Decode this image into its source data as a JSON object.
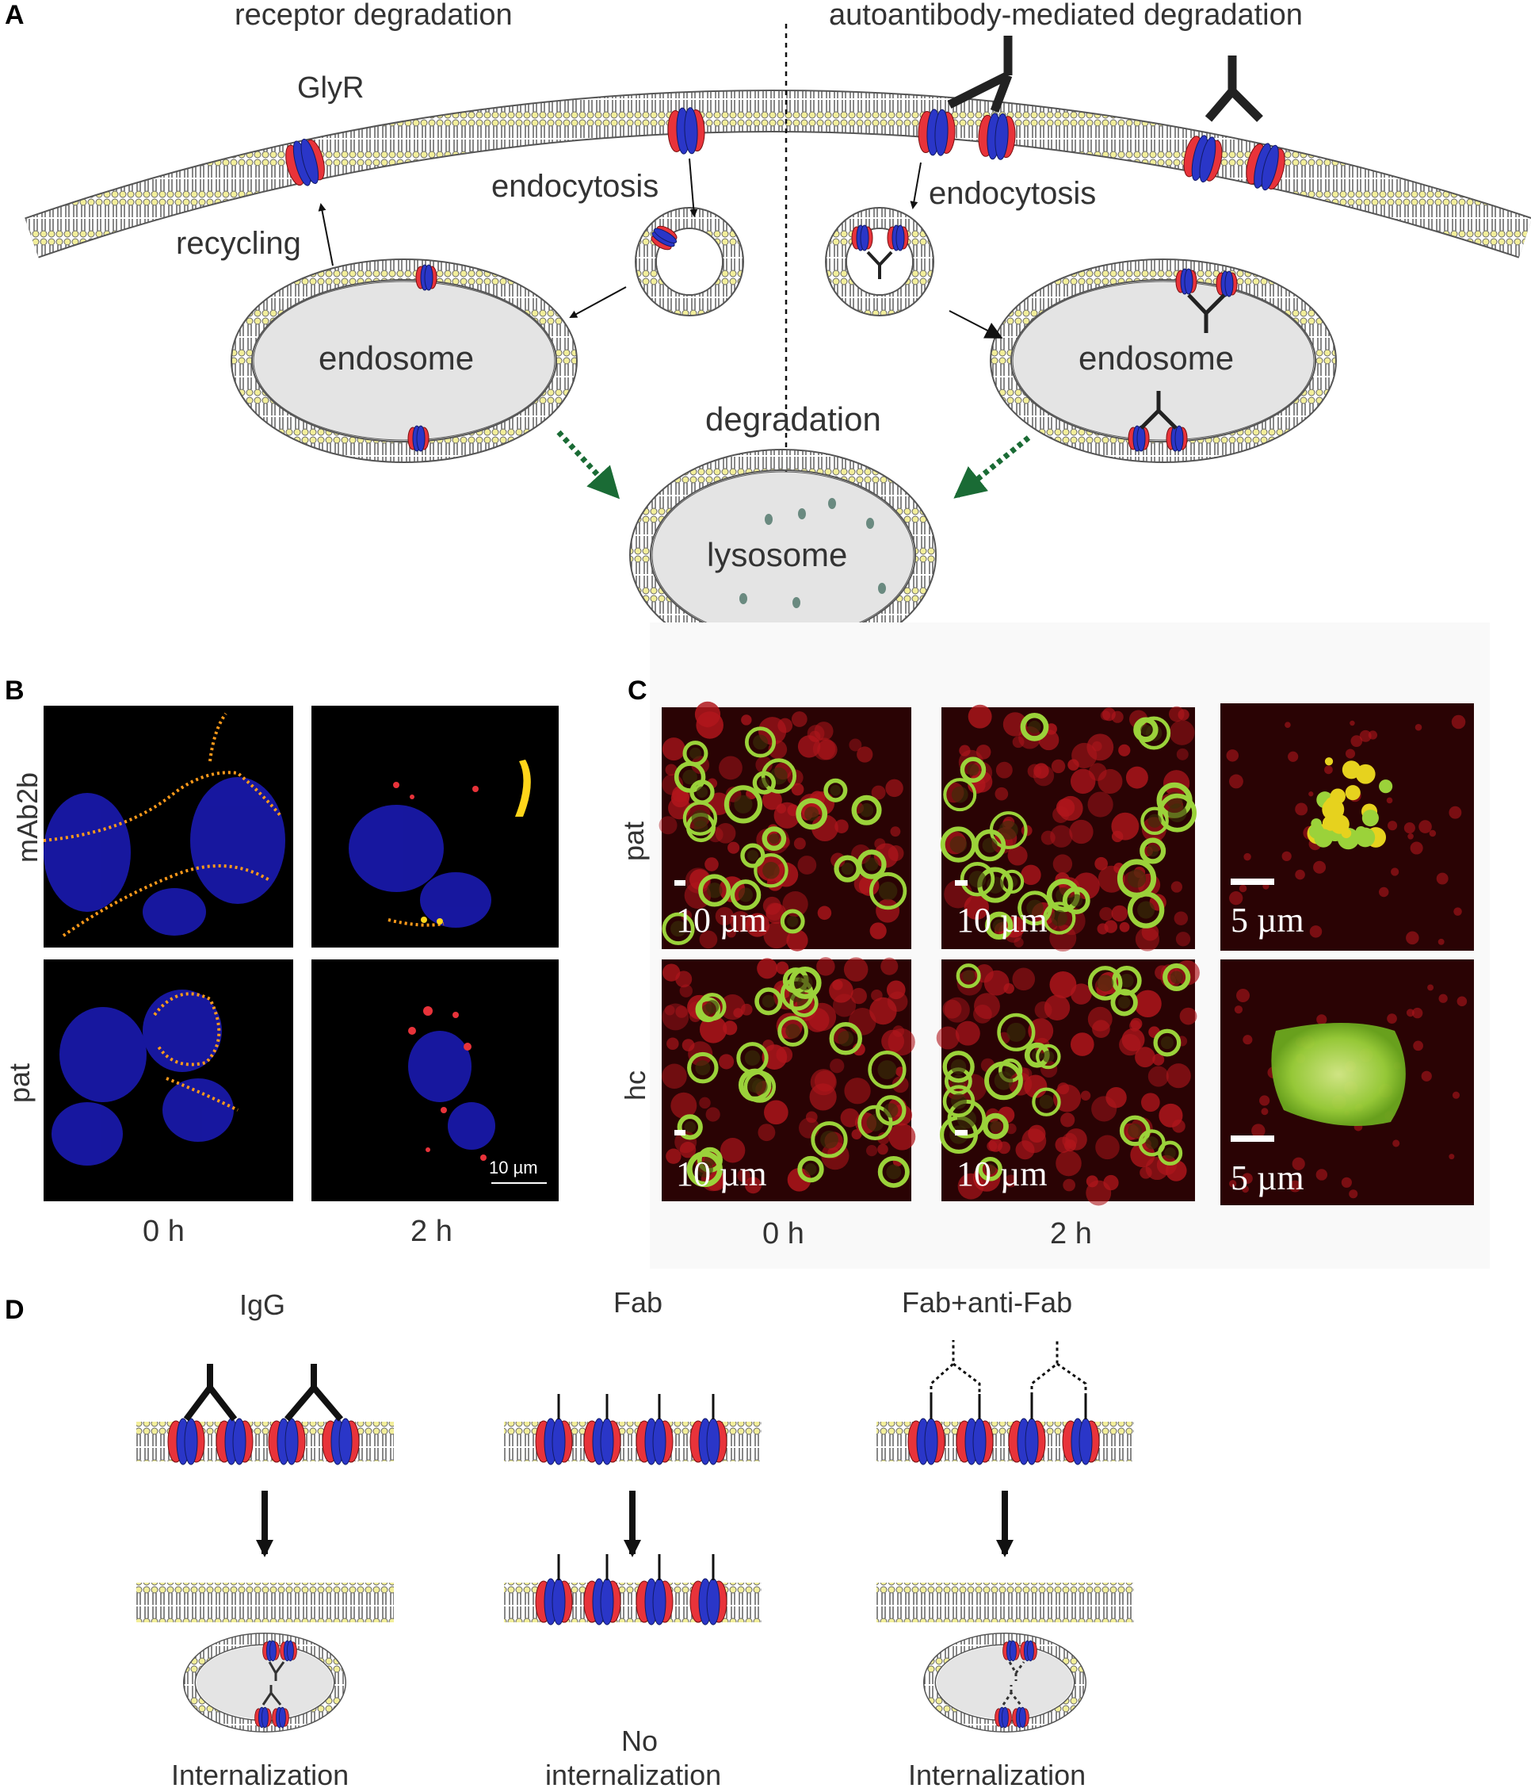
{
  "panels": {
    "a": {
      "letter": "A",
      "title_left": "receptor degradation",
      "title_right": "autoantibody-mediated degradation",
      "glyr": "GlyR",
      "endocytosis_left": "endocytosis",
      "endocytosis_right": "endocytosis",
      "recycling": "recycling",
      "endosome_left": "endosome",
      "endosome_right": "endosome",
      "degradation": "degradation",
      "lysosome": "lysosome"
    },
    "b": {
      "letter": "B",
      "row1": "mAb2b",
      "row2": "pat",
      "col1": "0 h",
      "col2": "2 h",
      "scale": "10 µm"
    },
    "c": {
      "letter": "C",
      "row1": "pat",
      "row2": "hc",
      "col1": "0 h",
      "col2": "2 h",
      "scale_10": "10 µm",
      "scale_5": "5 µm"
    },
    "d": {
      "letter": "D",
      "col1_title": "IgG",
      "col2_title": "Fab",
      "col3_title": "Fab+anti-Fab",
      "col1_result": "Internalization",
      "col2_result_line1": "No",
      "col2_result_line2": "internalization",
      "col3_result": "Internalization"
    }
  },
  "colors": {
    "receptor_red": "#e8333a",
    "receptor_blue": "#2a36c8",
    "lipid_head": "#f2ee9a",
    "lumen": "#e4e4e4",
    "arrow_green": "#1a6b35",
    "cell_green": "#9bd23a",
    "cell_red": "#b0161c",
    "nucleus_blue": "#1a1ab0",
    "puncta_orange": "#ff9a1a"
  }
}
